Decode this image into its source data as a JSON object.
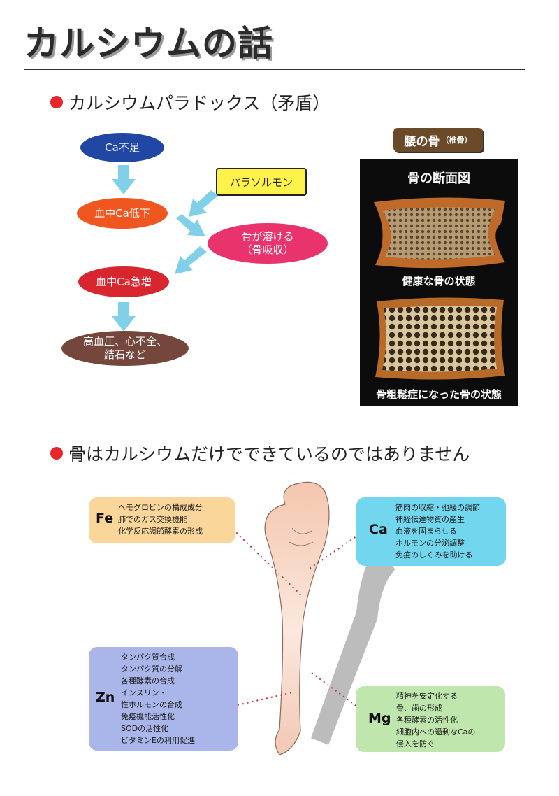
{
  "title": "カルシウムの話",
  "section1": {
    "heading": "カルシウムパラドックス（矛盾）",
    "flow": {
      "ca_shortage": "Ca不足",
      "blood_ca_low": "血中Ca低下",
      "parathormone": "パラソルモン",
      "bone_dissolve": [
        "骨が溶ける",
        "（骨吸収）"
      ],
      "blood_ca_surge": "血中Ca急増",
      "diseases": [
        "高血圧、心不全、",
        "結石など"
      ]
    },
    "photo": {
      "label_main": "腰の骨",
      "label_sub": "（椎骨）",
      "heading": "骨の断面図",
      "healthy_caption": "健康な骨の状態",
      "osteoporosis_caption": "骨粗鬆症になった骨の状態"
    }
  },
  "section2": {
    "heading": "骨はカルシウムだけでできているのではありません",
    "fe": {
      "symbol": "Fe",
      "lines": [
        "ヘモグロビンの構成成分",
        "肺でのガス交換機能",
        "化学反応調節酵素の形成"
      ]
    },
    "ca": {
      "symbol": "Ca",
      "lines": [
        "筋肉の収縮・弛緩の調節",
        "神経伝達物質の産生",
        "血液を固まらせる",
        "ホルモンの分泌調整",
        "免疫のしくみを助ける"
      ]
    },
    "zn": {
      "symbol": "Zn",
      "lines": [
        "タンパク質合成",
        "タンパク質の分解",
        "各種酵素の合成",
        "インスリン・",
        "性ホルモンの合成",
        "免疫機能活性化",
        "SODの活性化",
        "ビタミンEの利用促進"
      ]
    },
    "mg": {
      "symbol": "Mg",
      "lines": [
        "精神を安定化する",
        "骨、歯の形成",
        "各種酵素の活性化",
        "細胞内への過剰なCaの",
        "侵入を防ぐ"
      ]
    }
  },
  "colors": {
    "accent_red": "#e8252b",
    "navy": "#1f47a3",
    "orange": "#f0561f",
    "yellow": "#fff24a",
    "pink": "#e8336d",
    "red": "#d8262e",
    "brown": "#74463c",
    "arrow": "#7fd0e8",
    "fe_box": "#fbd69b",
    "ca_box": "#72d6ee",
    "zn_box": "#aab6ea",
    "mg_box": "#bfe7ad"
  }
}
